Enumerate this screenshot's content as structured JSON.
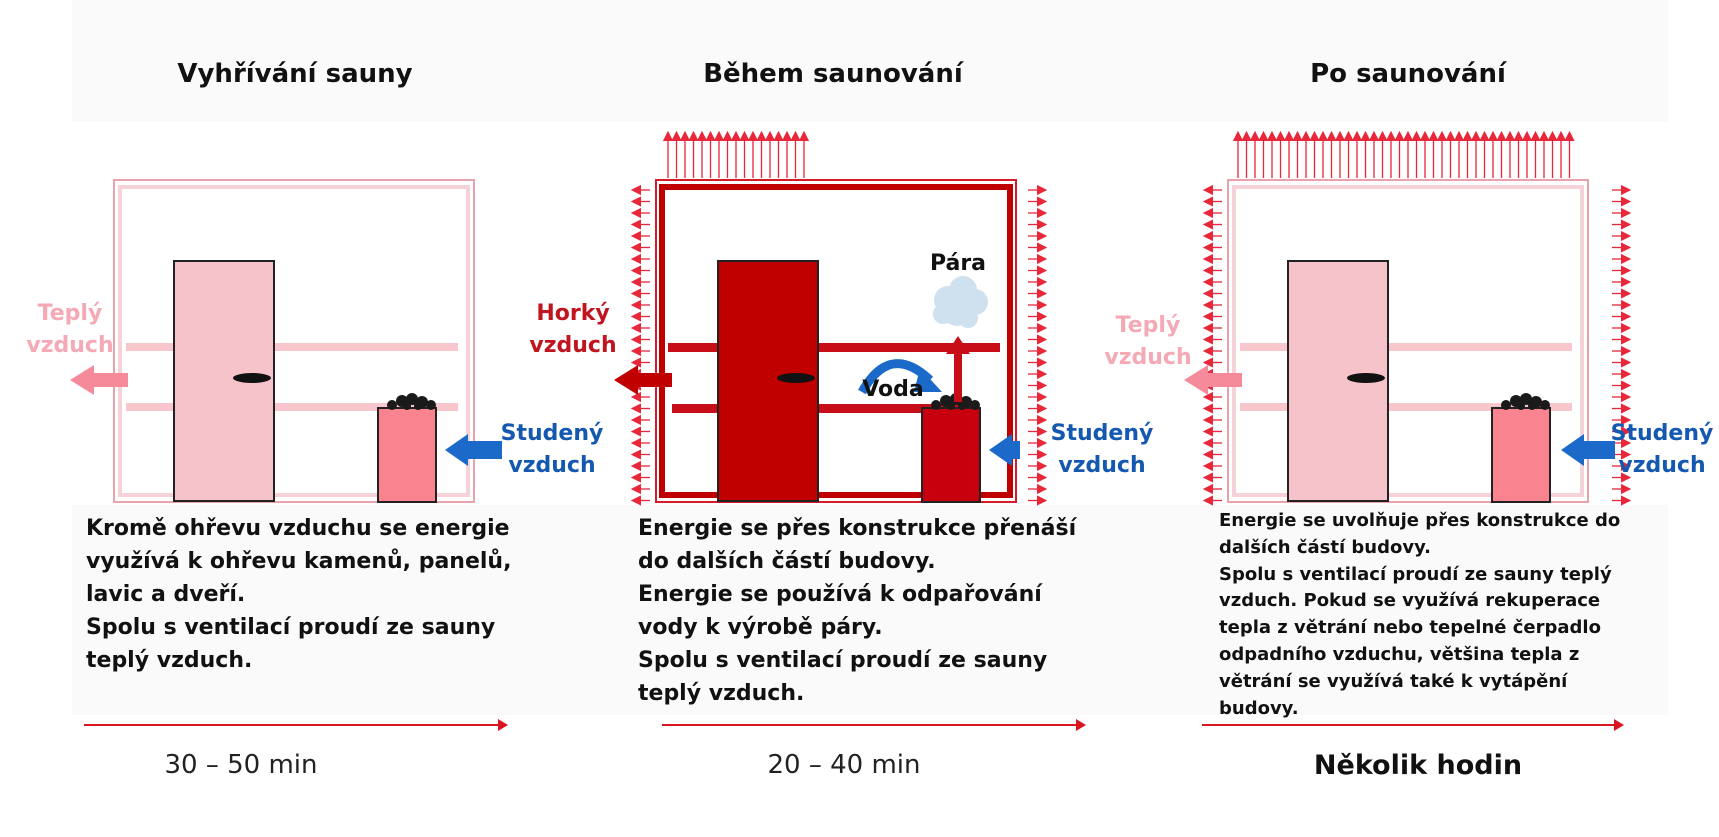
{
  "panels": [
    {
      "title": "Vyhřívání sauny",
      "description": [
        "Kromě ohřevu vzduchu se energie",
        "využívá k ohřevu kamenů, panelů,",
        "lavic a dveří.",
        "Spolu s ventilací proudí ze sauny",
        "teplý vzduch."
      ],
      "outflow_label": [
        "Teplý",
        "vzduch"
      ],
      "inflow_label": [
        "Studený",
        "vzduch"
      ],
      "duration": "30 – 50 min"
    },
    {
      "title": "Během saunování",
      "description": [
        "Energie se přes konstrukce přenáší",
        "do dalších částí budovy.",
        "Energie se používá k odpařování",
        "vody k výrobě páry.",
        "Spolu s ventilací proudí ze sauny",
        "teplý vzduch."
      ],
      "outflow_label": [
        "Horký",
        "vzduch"
      ],
      "inflow_label": [
        "Studený",
        "vzduch"
      ],
      "steam_label": "Pára",
      "water_label": "Voda",
      "duration": "20 – 40 min"
    },
    {
      "title": "Po saunování",
      "description": [
        "Energie se uvolňuje přes konstrukce do",
        "dalších částí budovy.",
        "Spolu s ventilací proudí ze sauny teplý",
        "vzduch. Pokud se využívá rekuperace",
        "tepla z větrání nebo tepelné čerpadlo",
        "odpadního vzduchu, většina tepla z",
        "větrání se využívá také k vytápění",
        "budovy."
      ],
      "outflow_label": [
        "Teplý",
        "vzduch"
      ],
      "inflow_label": [
        "Studený",
        "vzduch"
      ],
      "duration": "Několik hodin"
    }
  ],
  "colors": {
    "light_pink": "#f7c3cb",
    "pink_heater": "#f9838e",
    "dark_red": "#c00000",
    "heater_red": "#c8000e",
    "bench_pink": "#f8c6cd",
    "frame_pink": "#e8a3ad",
    "radiation_red": "#e8273a",
    "cold_blue": "#1565c0",
    "warm_label": "#f4a9b4",
    "hot_label": "#c0141e",
    "timeline_red": "#d9151f"
  }
}
